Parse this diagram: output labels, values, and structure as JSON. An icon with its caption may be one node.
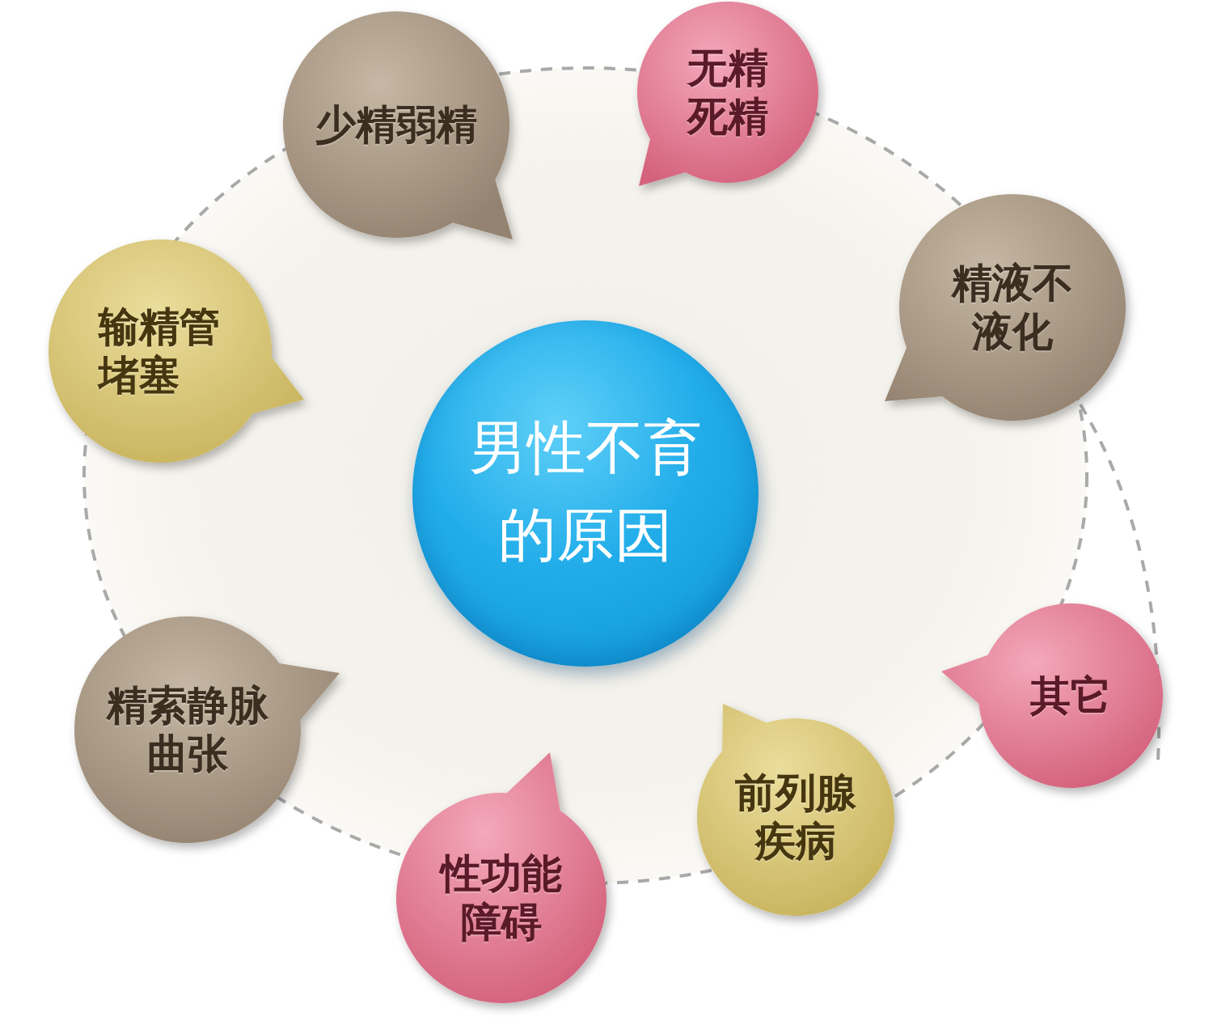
{
  "diagram": {
    "nodes": [
      {
        "text": [
          "男性不育的原因"
        ]
      },
      {
        "text": [
          "少精弱精"
        ]
      },
      {
        "text": [
          "无精死精"
        ]
      },
      {
        "text": [
          "精液不液化"
        ]
      },
      {
        "text": [
          "其它"
        ]
      },
      {
        "text": [
          "前列腺疾病"
        ]
      },
      {
        "text": [
          "性功能障碍"
        ]
      },
      {
        "text": [
          "精索静脉曲张"
        ]
      },
      {
        "text": [
          "输精管堵塞"
        ]
      }
    ]
  }
}
